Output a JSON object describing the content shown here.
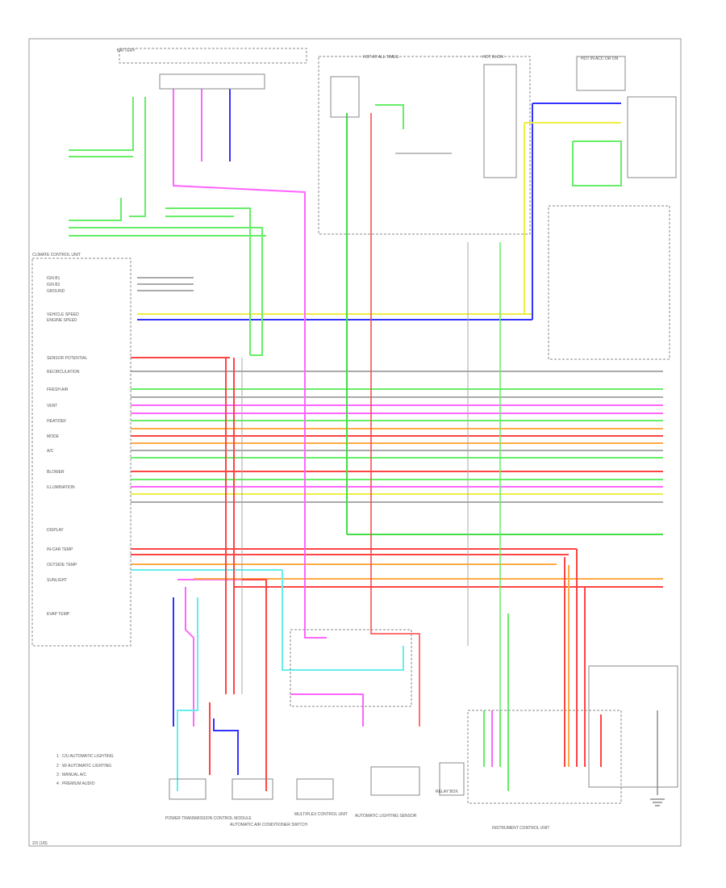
{
  "colors": {
    "light_green": "#66ee66",
    "green": "#44dd44",
    "pink": "#ff66ff",
    "blue": "#3333ff",
    "red": "#ff4444",
    "yellow": "#eeee44",
    "orange": "#ffaa44",
    "cyan": "#66eeee",
    "gray": "#aaaaaa",
    "frame": "#999999",
    "text": "#666666"
  },
  "icons": [
    "switch-icon",
    "relay-icon",
    "connector-icon",
    "ground-icon"
  ],
  "legend": [
    "1 : C/U AUTOMATIC LIGHTING",
    "2 : W/ AUTOMATIC LIGHTING",
    "3 : MANUAL A/C",
    "4 : PREMIUM AUDIO"
  ],
  "footer": "2/3 (1/8)",
  "top_labels": [
    "BATTERY",
    "HOT AT ALL TIMES",
    "HOT IN ON",
    "HOT IN ACC OR ON"
  ],
  "bottom_components": [
    "POWER TRANSMISSION CONTROL MODULE",
    "AUTOMATIC AIR CONDITIONER SWITCH",
    "MULTIPLEX CONTROL UNIT",
    "AUTOMATIC LIGHTING SENSOR",
    "RELAY BOX",
    "INSTRUMENT CONTROL UNIT"
  ],
  "control_unit": {
    "title": "CLIMATE CONTROL UNIT",
    "pins": [
      "IGN B1",
      "IGN B2",
      "GROUND",
      "VEHICLE SPEED",
      "ENGINE SPEED",
      "SENSOR POTENTIAL",
      "RECIRCULATION",
      "FRESH AIR",
      "VENT",
      "HEAT/DEF",
      "MODE",
      "A/C",
      "BLOWER",
      "ILLUMINATION",
      "DISPLAY",
      "IN-CAR TEMP",
      "OUTSIDE TEMP",
      "SUNLIGHT",
      "EVAP TEMP"
    ]
  }
}
